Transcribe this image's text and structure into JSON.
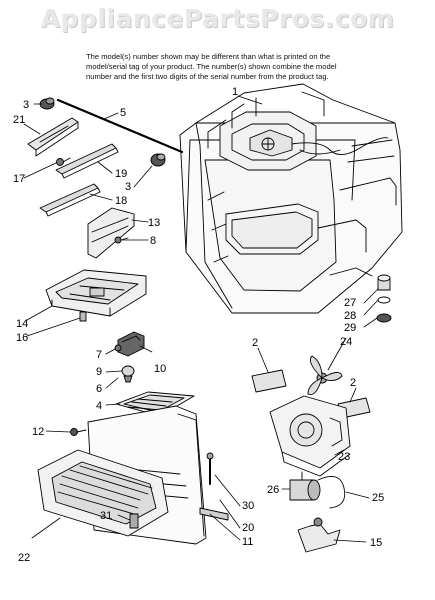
{
  "watermark": "AppliancePartsPros.com",
  "note_lines": [
    "The model(s) number shown may be different than what is printed on the",
    "model/serial tag of your product. The number(s) shown combine the model",
    "number and the first two digits of the serial number from the product tag."
  ],
  "callouts": [
    "1",
    "2",
    "2",
    "3",
    "3",
    "4",
    "5",
    "6",
    "7",
    "8",
    "9",
    "10",
    "11",
    "12",
    "13",
    "14",
    "15",
    "16",
    "17",
    "18",
    "19",
    "20",
    "21",
    "22",
    "23",
    "24",
    "25",
    "26",
    "27",
    "28",
    "29",
    "30",
    "31"
  ]
}
